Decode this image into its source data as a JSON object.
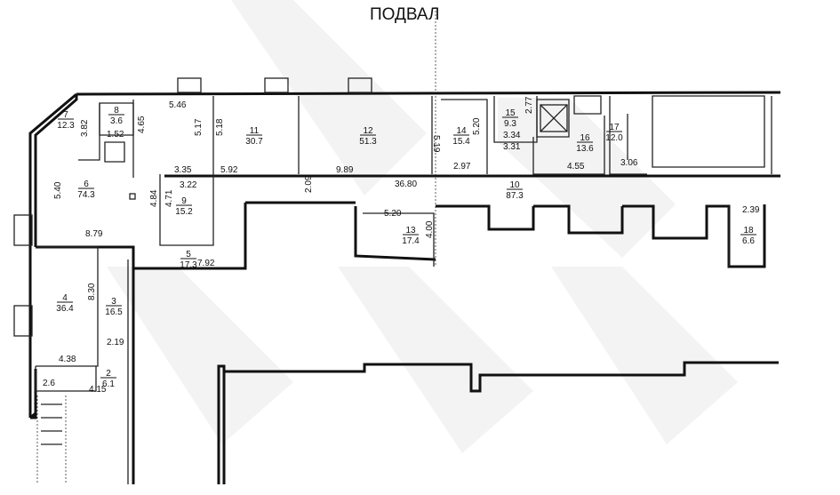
{
  "title": "ПОДВАЛ",
  "rooms": [
    {
      "id": "2",
      "area": "6.1"
    },
    {
      "id": "3",
      "area": "16.5"
    },
    {
      "id": "4",
      "area": "36.4"
    },
    {
      "id": "5",
      "area": "17.3"
    },
    {
      "id": "6",
      "area": "74.3"
    },
    {
      "id": "7",
      "area": "12.3"
    },
    {
      "id": "8",
      "area": "3.6"
    },
    {
      "id": "9",
      "area": "15.2"
    },
    {
      "id": "10",
      "area": "87.3"
    },
    {
      "id": "11",
      "area": "30.7"
    },
    {
      "id": "12",
      "area": "51.3"
    },
    {
      "id": "13",
      "area": "17.4"
    },
    {
      "id": "14",
      "area": "15.4"
    },
    {
      "id": "15",
      "area": "9.3"
    },
    {
      "id": "16",
      "area": "13.6"
    },
    {
      "id": "17",
      "area": "12.0"
    },
    {
      "id": "18",
      "area": "6.6"
    }
  ],
  "stair_label": "2.6",
  "dimensions": [
    "5.46",
    "5.17",
    "5.18",
    "3.82",
    "1.52",
    "4.65",
    "5.40",
    "3.35",
    "5.92",
    "9.89",
    "3.22",
    "4.71",
    "4.84",
    "2.09",
    "36.80",
    "5.19",
    "5.20",
    "2.97",
    "2.77",
    "3.34",
    "3.31",
    "4.55",
    "3.06",
    "5.20",
    "4.00",
    "2.39",
    "8.79",
    "7.92",
    "8.30",
    "2.19",
    "4.38",
    "4.15"
  ]
}
